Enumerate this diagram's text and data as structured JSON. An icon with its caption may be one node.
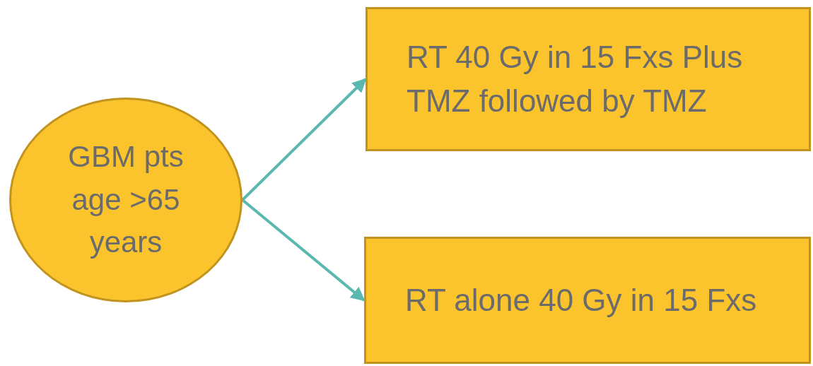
{
  "diagram": {
    "nodes": [
      {
        "text": [
          "GBM pts age >65 years"
        ]
      },
      {
        "text": [
          "RT 40 Gy in 15 Fxs Plus TMZ followed by TMZ"
        ]
      },
      {
        "text": [
          "RT alone 40 Gy in 15 Fxs"
        ]
      }
    ],
    "edges": [
      {
        "from": 0,
        "to": 1,
        "arrow": "to"
      },
      {
        "from": 0,
        "to": 2,
        "arrow": "to"
      }
    ]
  }
}
